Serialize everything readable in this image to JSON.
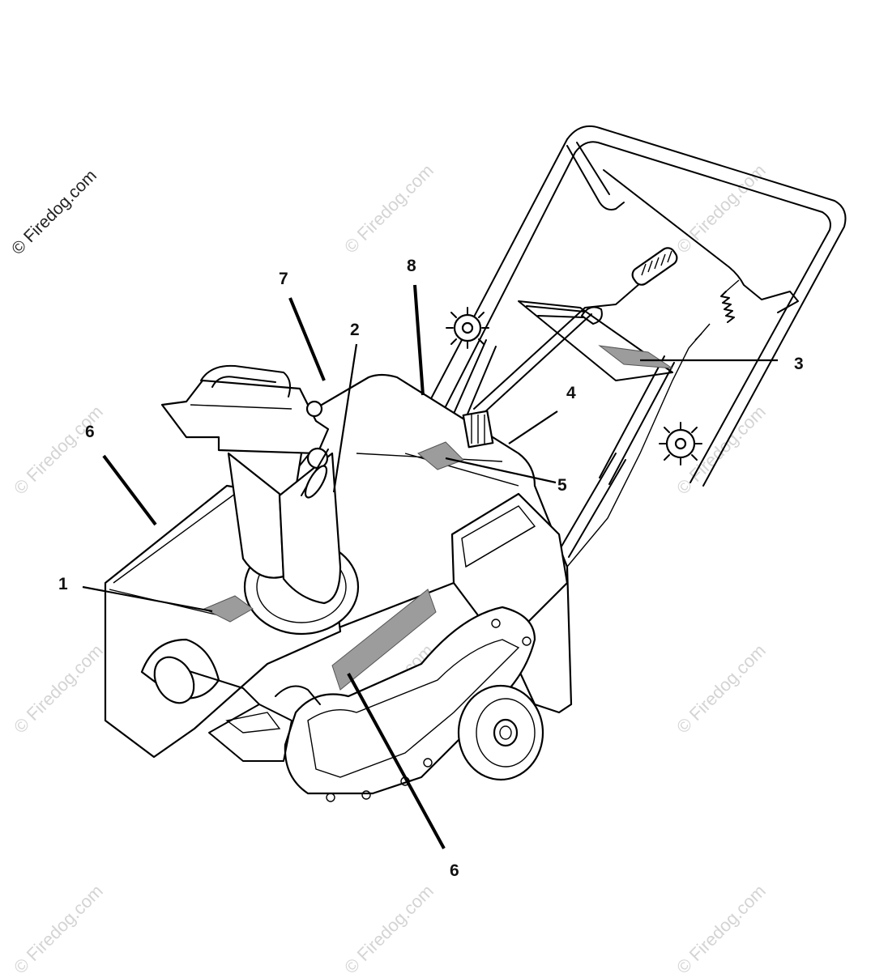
{
  "watermark": {
    "main_text": "© Firedog.com",
    "tile_text": "© Firedog.com"
  },
  "callouts": {
    "c1": "1",
    "c2": "2",
    "c3": "3",
    "c4": "4",
    "c5": "5",
    "c6_left": "6",
    "c6_bottom": "6",
    "c7": "7",
    "c8": "8"
  },
  "colors": {
    "line": "#000000",
    "decal": "#9c9c9c",
    "watermark": "#d4d4d4"
  }
}
